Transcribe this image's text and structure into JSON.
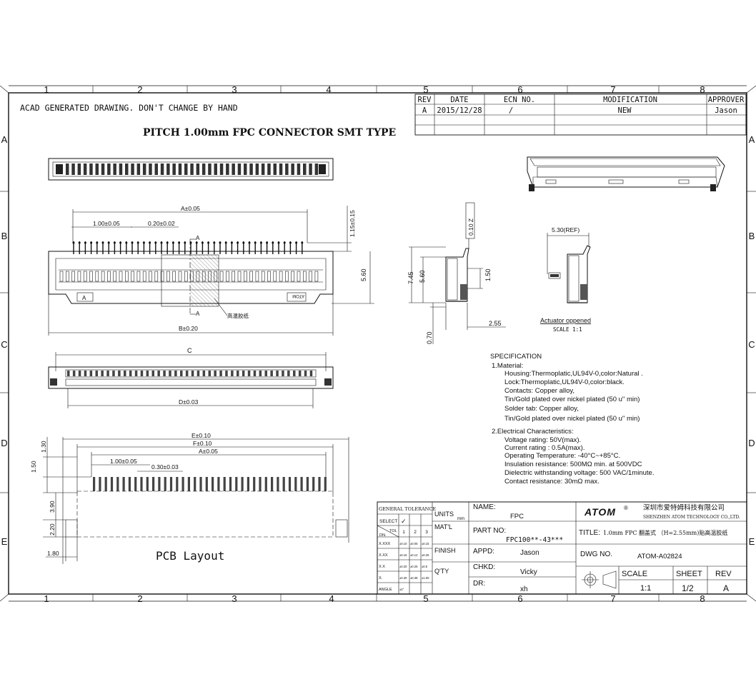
{
  "sheet": {
    "header_note": "ACAD GENERATED DRAWING. DON'T CHANGE BY HAND",
    "title": "PITCH 1.00mm FPC CONNECTOR SMT TYPE",
    "columns_top": [
      "1",
      "2",
      "3",
      "4",
      "5",
      "6",
      "7",
      "8"
    ],
    "rows_side": [
      "A",
      "B",
      "C",
      "D",
      "E"
    ]
  },
  "revision_table": {
    "headers": [
      "REV",
      "DATE",
      "ECN NO.",
      "MODIFICATION",
      "APPROVER"
    ],
    "row": [
      "A",
      "2015/12/28",
      "/",
      "NEW",
      "Jason"
    ]
  },
  "dimensions": {
    "a": "A±0.05",
    "pitch": "1.00±0.05",
    "width": "0.20±0.02",
    "lead": "1.15±0.15",
    "h560": "5.60",
    "b": "B±0.20",
    "sec": "A",
    "tape": "高温胶纸",
    "c": "C",
    "d": "D±0.03",
    "flat": "0.10 Z",
    "h745": "7.45",
    "s560": "5.60",
    "s150": "1.50",
    "s255": "2.55",
    "s070": "0.70",
    "ref": "5.30(REF)",
    "act": "Actuator oppened",
    "scale": "SCALE  1:1",
    "e": "E±0.10",
    "f": "F±0.10",
    "a2": "A±0.05",
    "p2": "1.00±0.05",
    "w2": "0.30±0.03",
    "v130": "1.30",
    "v150": "1.50",
    "v390": "3.90",
    "v220": "2.20",
    "v180": "1.80",
    "pcb": "PCB Layout"
  },
  "specification": {
    "title": "SPECIFICATION",
    "lines": [
      "1.Material:",
      "Housing:Thermoplatic,UL94V-0,color:Natural  .",
      "Lock:Thermoplatic,UL94V-0,color:black.",
      "Contacts:  Copper alloy,",
      "Tin/Gold  plated  over  nickel  plated  (50  u\"  min)",
      "Solder tab:  Copper  alloy,",
      "Tin/Gold  plated  over  nickel  plated  (50  u\"  min)",
      "2.Electrical  Characteristics:",
      "Voltage  rating:  50V(max).",
      "Current  rating  :  0.5A(max).",
      "Operating  Temperature:  -40°C~+85°C.",
      "Insulation  resistance:  500MΩ  min.  at  500VDC",
      "Dielectric  withstanding  voltage:  500  VAC/1minute.",
      "Contact  resistance:  30mΩ  max."
    ]
  },
  "title_block": {
    "tol_title": "GENERAL  TOLERANCE",
    "select": "SELECT",
    "check": "✓",
    "tol": "TOL",
    "dn": "DN.",
    "cols": [
      "1",
      "2",
      "3"
    ],
    "rows": [
      {
        "k": "X.XXX",
        "v": [
          "±0.10",
          "±0.05",
          "±0.15"
        ]
      },
      {
        "k": "X.XX",
        "v": [
          "±0.15",
          "±0.12",
          "±0.25"
        ]
      },
      {
        "k": "X.X",
        "v": [
          "±0.20",
          "±0.25",
          "±0.5"
        ]
      },
      {
        "k": "X.",
        "v": [
          "±0.30",
          "±0.38",
          "±1.00"
        ]
      },
      {
        "k": "ANGLE",
        "v": [
          "±2°",
          "",
          ""
        ]
      }
    ],
    "units": "UNITS",
    "mm": "mm",
    "mat": "MAT'L",
    "finish": "FINISH",
    "qty": "Q'TY",
    "name_label": "NAME:",
    "name": "FPC",
    "part_label": "PART  NO:",
    "part": "FPC100**-43***",
    "appd_label": "APPD:",
    "appd": "Jason",
    "chkd_label": "CHKD:",
    "chkd": "Vicky",
    "dr_label": "DR:",
    "dr": "xh",
    "logo": "ATOM",
    "reg": "®",
    "company_cn": "深圳市爱特姆科技有限公司",
    "company_en": "SHENZHEN  ATOM  TECHNOLOGY  CO.,LTD.",
    "title_label": "TITLE:",
    "title_text": "1.0mm  FPC  翻盖式 （H=2.55mm)贴高温胶纸",
    "dwg_label": "DWG  NO.",
    "dwg": "ATOM-A02824",
    "scale_label": "SCALE",
    "sheet_label": "SHEET",
    "rev_label": "REV",
    "scale": "1:1",
    "sheet": "1/2",
    "rev": "A"
  }
}
